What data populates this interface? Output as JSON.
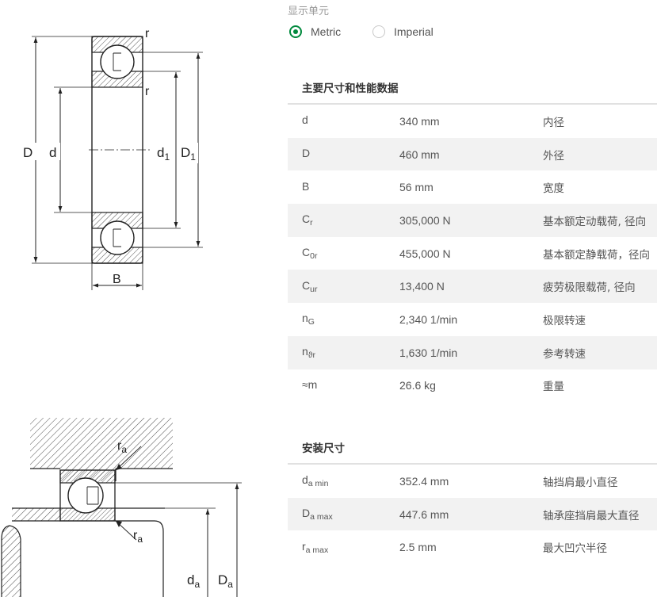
{
  "diagram_labels": {
    "main": {
      "r_top": "r",
      "r_mid": "r",
      "D": "D",
      "d": "d",
      "d1": "d",
      "d1_sub": "1",
      "D1": "D",
      "D1_sub": "1",
      "B": "B"
    },
    "mount": {
      "ra_top": "r",
      "ra_top_sub": "a",
      "ra_bottom": "r",
      "ra_bottom_sub": "a",
      "da": "d",
      "da_sub": "a",
      "Da": "D",
      "Da_sub": "a"
    }
  },
  "units": {
    "label": "显示单元",
    "options": [
      {
        "label": "Metric",
        "checked": true
      },
      {
        "label": "Imperial",
        "checked": false
      }
    ]
  },
  "main_dims": {
    "title": "主要尺寸和性能数据",
    "rows": [
      {
        "sym": "d",
        "sub": "",
        "value": "340 mm",
        "desc": "内径"
      },
      {
        "sym": "D",
        "sub": "",
        "value": "460 mm",
        "desc": "外径"
      },
      {
        "sym": "B",
        "sub": "",
        "value": "56 mm",
        "desc": "宽度"
      },
      {
        "sym": "C",
        "sub": "r",
        "value": "305,000 N",
        "desc": "基本额定动载荷, 径向"
      },
      {
        "sym": "C",
        "sub": "0r",
        "value": "455,000 N",
        "desc": "基本额定静载荷，径向"
      },
      {
        "sym": "C",
        "sub": "ur",
        "value": "13,400 N",
        "desc": "疲劳极限载荷, 径向"
      },
      {
        "sym": "n",
        "sub": "G",
        "value": "2,340 1/min",
        "desc": "极限转速"
      },
      {
        "sym": "n",
        "sub": "ϑr",
        "value": "1,630 1/min",
        "desc": "参考转速"
      },
      {
        "sym": "≈m",
        "sub": "",
        "value": "26.6 kg",
        "desc": "重量"
      }
    ]
  },
  "mount_dims": {
    "title": "安装尺寸",
    "rows": [
      {
        "sym": "d",
        "sub": "a min",
        "value": "352.4 mm",
        "desc": "轴挡肩最小直径"
      },
      {
        "sym": "D",
        "sub": "a max",
        "value": "447.6 mm",
        "desc": "轴承座挡肩最大直径"
      },
      {
        "sym": "r",
        "sub": "a max",
        "value": "2.5 mm",
        "desc": "最大凹穴半径"
      }
    ]
  },
  "colors": {
    "accent": "#00893d",
    "row_shade": "#f2f2f2",
    "rule": "#e1e1e1"
  }
}
